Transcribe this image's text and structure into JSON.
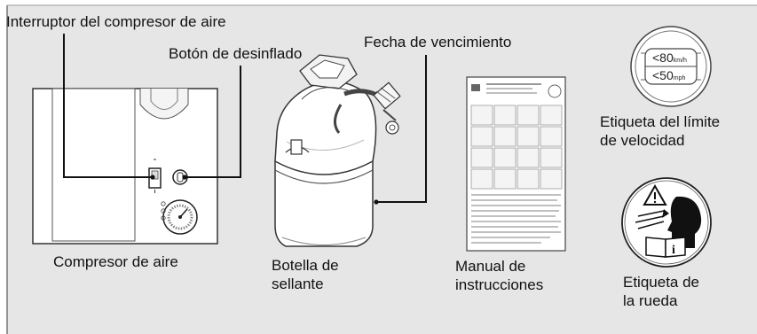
{
  "labels": {
    "switch": "Interruptor del compresor de aire",
    "deflate": "Botón de desinflado",
    "expiry": "Fecha de vencimiento",
    "compressor": "Compresor de aire",
    "bottle_line1": "Botella de",
    "bottle_line2": "sellante",
    "manual_line1": "Manual de",
    "manual_line2": "instrucciones",
    "speed_line1": "Etiqueta del límite",
    "speed_line2": "de velocidad",
    "wheel_line1": "Etiqueta de",
    "wheel_line2": "la rueda"
  },
  "speed_label": {
    "kmh_value": "<80",
    "kmh_unit": "km/h",
    "mph_value": "<50",
    "mph_unit": "mph"
  },
  "colors": {
    "panel": "#e6e6e6",
    "line": "#111111",
    "outline": "#333333"
  },
  "icons": [
    "warning-triangle-icon",
    "head-silhouette-icon",
    "manual-book-icon",
    "pressure-gauge-icon",
    "lock-switch-icon"
  ]
}
